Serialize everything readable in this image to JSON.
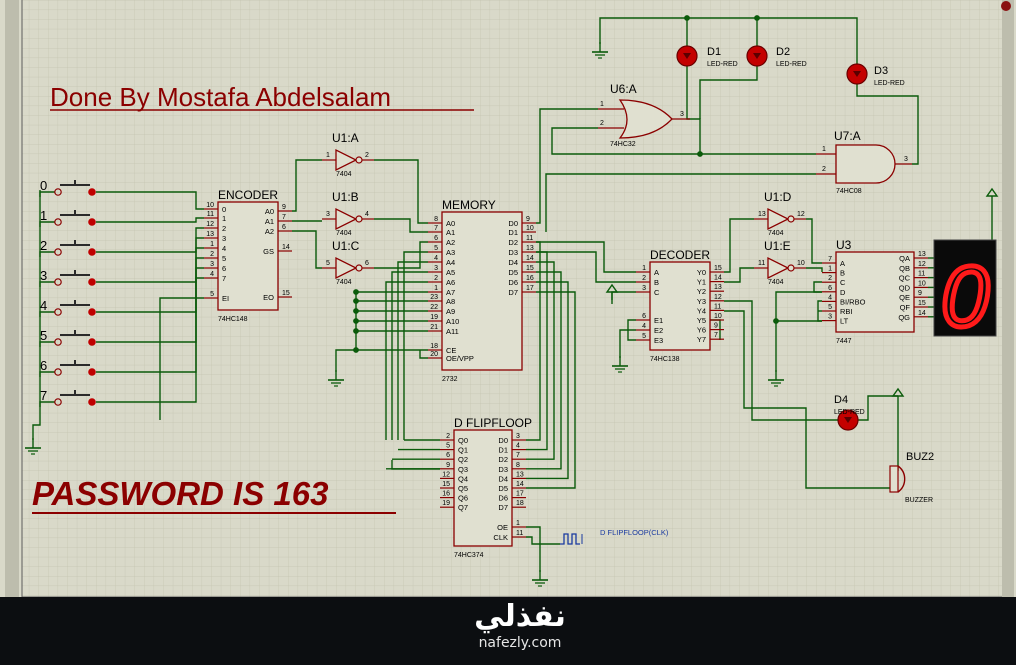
{
  "title": "Done By Mostafa Abdelsalam",
  "password_text": "PASSWORD IS 163",
  "colors": {
    "sheet": "#d8d8c8",
    "grid": "#c4c4b0",
    "wire": "#0b5b0b",
    "chip_border": "#8b0000",
    "chip_fill": "#e0e0d0",
    "pin": "#8b0000",
    "text": "#000000",
    "title_red": "#8b0000",
    "led": "#c40000",
    "seg_bg": "#0a0a0a",
    "seg_on": "#ff1a1a"
  },
  "switches": [
    "0",
    "1",
    "2",
    "3",
    "4",
    "5",
    "6",
    "7"
  ],
  "encoder": {
    "name": "ENCODER",
    "part": "74HC148",
    "left_pins": [
      {
        "num": "10",
        "lbl": "0"
      },
      {
        "num": "11",
        "lbl": "1"
      },
      {
        "num": "12",
        "lbl": "2"
      },
      {
        "num": "13",
        "lbl": "3"
      },
      {
        "num": "1",
        "lbl": "4"
      },
      {
        "num": "2",
        "lbl": "5"
      },
      {
        "num": "3",
        "lbl": "6"
      },
      {
        "num": "4",
        "lbl": "7"
      },
      {
        "num": "5",
        "lbl": "EI"
      }
    ],
    "right_pins": [
      {
        "num": "9",
        "lbl": "A0"
      },
      {
        "num": "7",
        "lbl": "A1"
      },
      {
        "num": "6",
        "lbl": "A2"
      },
      {
        "num": "14",
        "lbl": "GS"
      },
      {
        "num": "15",
        "lbl": "EO"
      }
    ]
  },
  "inverters": [
    {
      "name": "U1:A",
      "part": "7404",
      "in": "1",
      "out": "2"
    },
    {
      "name": "U1:B",
      "part": "7404",
      "in": "3",
      "out": "4"
    },
    {
      "name": "U1:C",
      "part": "7404",
      "in": "5",
      "out": "6"
    },
    {
      "name": "U1:D",
      "part": "7404",
      "in": "13",
      "out": "12"
    },
    {
      "name": "U1:E",
      "part": "7404",
      "in": "11",
      "out": "10"
    }
  ],
  "memory": {
    "name": "MEMORY",
    "part": "2732",
    "left_pins": [
      {
        "num": "8",
        "lbl": "A0"
      },
      {
        "num": "7",
        "lbl": "A1"
      },
      {
        "num": "6",
        "lbl": "A2"
      },
      {
        "num": "5",
        "lbl": "A3"
      },
      {
        "num": "4",
        "lbl": "A4"
      },
      {
        "num": "3",
        "lbl": "A5"
      },
      {
        "num": "2",
        "lbl": "A6"
      },
      {
        "num": "1",
        "lbl": "A7"
      },
      {
        "num": "23",
        "lbl": "A8"
      },
      {
        "num": "22",
        "lbl": "A9"
      },
      {
        "num": "19",
        "lbl": "A10"
      },
      {
        "num": "21",
        "lbl": "A11"
      },
      {
        "num": "18",
        "lbl": "CE"
      },
      {
        "num": "20",
        "lbl": "OE/VPP"
      }
    ],
    "right_pins": [
      {
        "num": "9",
        "lbl": "D0"
      },
      {
        "num": "10",
        "lbl": "D1"
      },
      {
        "num": "11",
        "lbl": "D2"
      },
      {
        "num": "13",
        "lbl": "D3"
      },
      {
        "num": "14",
        "lbl": "D4"
      },
      {
        "num": "15",
        "lbl": "D5"
      },
      {
        "num": "16",
        "lbl": "D6"
      },
      {
        "num": "17",
        "lbl": "D7"
      }
    ]
  },
  "flipflop": {
    "name": "D FLIPFLOOP",
    "part": "74HC374",
    "left_pins": [
      {
        "num": "2",
        "lbl": "Q0"
      },
      {
        "num": "5",
        "lbl": "Q1"
      },
      {
        "num": "6",
        "lbl": "Q2"
      },
      {
        "num": "9",
        "lbl": "Q3"
      },
      {
        "num": "12",
        "lbl": "Q4"
      },
      {
        "num": "15",
        "lbl": "Q5"
      },
      {
        "num": "16",
        "lbl": "Q6"
      },
      {
        "num": "19",
        "lbl": "Q7"
      }
    ],
    "right_pins": [
      {
        "num": "3",
        "lbl": "D0"
      },
      {
        "num": "4",
        "lbl": "D1"
      },
      {
        "num": "7",
        "lbl": "D2"
      },
      {
        "num": "8",
        "lbl": "D3"
      },
      {
        "num": "13",
        "lbl": "D4"
      },
      {
        "num": "14",
        "lbl": "D5"
      },
      {
        "num": "17",
        "lbl": "D6"
      },
      {
        "num": "18",
        "lbl": "D7"
      }
    ],
    "oe": {
      "num": "1",
      "lbl": "OE"
    },
    "clk": {
      "num": "11",
      "lbl": "CLK"
    },
    "clock_label": "D FLIPFLOOP(CLK)"
  },
  "decoder": {
    "name": "DECODER",
    "part": "74HC138",
    "left_pins": [
      {
        "num": "1",
        "lbl": "A"
      },
      {
        "num": "2",
        "lbl": "B"
      },
      {
        "num": "3",
        "lbl": "C"
      },
      {
        "num": "6",
        "lbl": "E1"
      },
      {
        "num": "4",
        "lbl": "E2"
      },
      {
        "num": "5",
        "lbl": "E3"
      }
    ],
    "right_pins": [
      {
        "num": "15",
        "lbl": "Y0"
      },
      {
        "num": "14",
        "lbl": "Y1"
      },
      {
        "num": "13",
        "lbl": "Y2"
      },
      {
        "num": "12",
        "lbl": "Y3"
      },
      {
        "num": "11",
        "lbl": "Y4"
      },
      {
        "num": "10",
        "lbl": "Y5"
      },
      {
        "num": "9",
        "lbl": "Y6"
      },
      {
        "num": "7",
        "lbl": "Y7"
      }
    ]
  },
  "bcd": {
    "name": "U3",
    "part": "7447",
    "left_pins": [
      {
        "num": "7",
        "lbl": "A"
      },
      {
        "num": "1",
        "lbl": "B"
      },
      {
        "num": "2",
        "lbl": "C"
      },
      {
        "num": "6",
        "lbl": "D"
      },
      {
        "num": "4",
        "lbl": "BI/RBO"
      },
      {
        "num": "5",
        "lbl": "RBI"
      },
      {
        "num": "3",
        "lbl": "LT"
      }
    ],
    "right_pins": [
      {
        "num": "13",
        "lbl": "QA"
      },
      {
        "num": "12",
        "lbl": "QB"
      },
      {
        "num": "11",
        "lbl": "QC"
      },
      {
        "num": "10",
        "lbl": "QD"
      },
      {
        "num": "9",
        "lbl": "QE"
      },
      {
        "num": "15",
        "lbl": "QF"
      },
      {
        "num": "14",
        "lbl": "QG"
      }
    ]
  },
  "or_gate": {
    "name": "U6:A",
    "part": "74HC32",
    "in1": "1",
    "in2": "2",
    "out": "3"
  },
  "and_gate": {
    "name": "U7:A",
    "part": "74HC08",
    "in1": "1",
    "in2": "2",
    "out": "3"
  },
  "leds": [
    {
      "name": "D1",
      "part": "LED-RED"
    },
    {
      "name": "D2",
      "part": "LED-RED"
    },
    {
      "name": "D3",
      "part": "LED-RED"
    },
    {
      "name": "D4",
      "part": "LED-RED"
    }
  ],
  "buzzer": {
    "name": "BUZ2",
    "part": "BUZZER"
  },
  "display_digit": "0",
  "watermark": {
    "arabic": "نفذلي",
    "latin": "nafezly.com"
  }
}
